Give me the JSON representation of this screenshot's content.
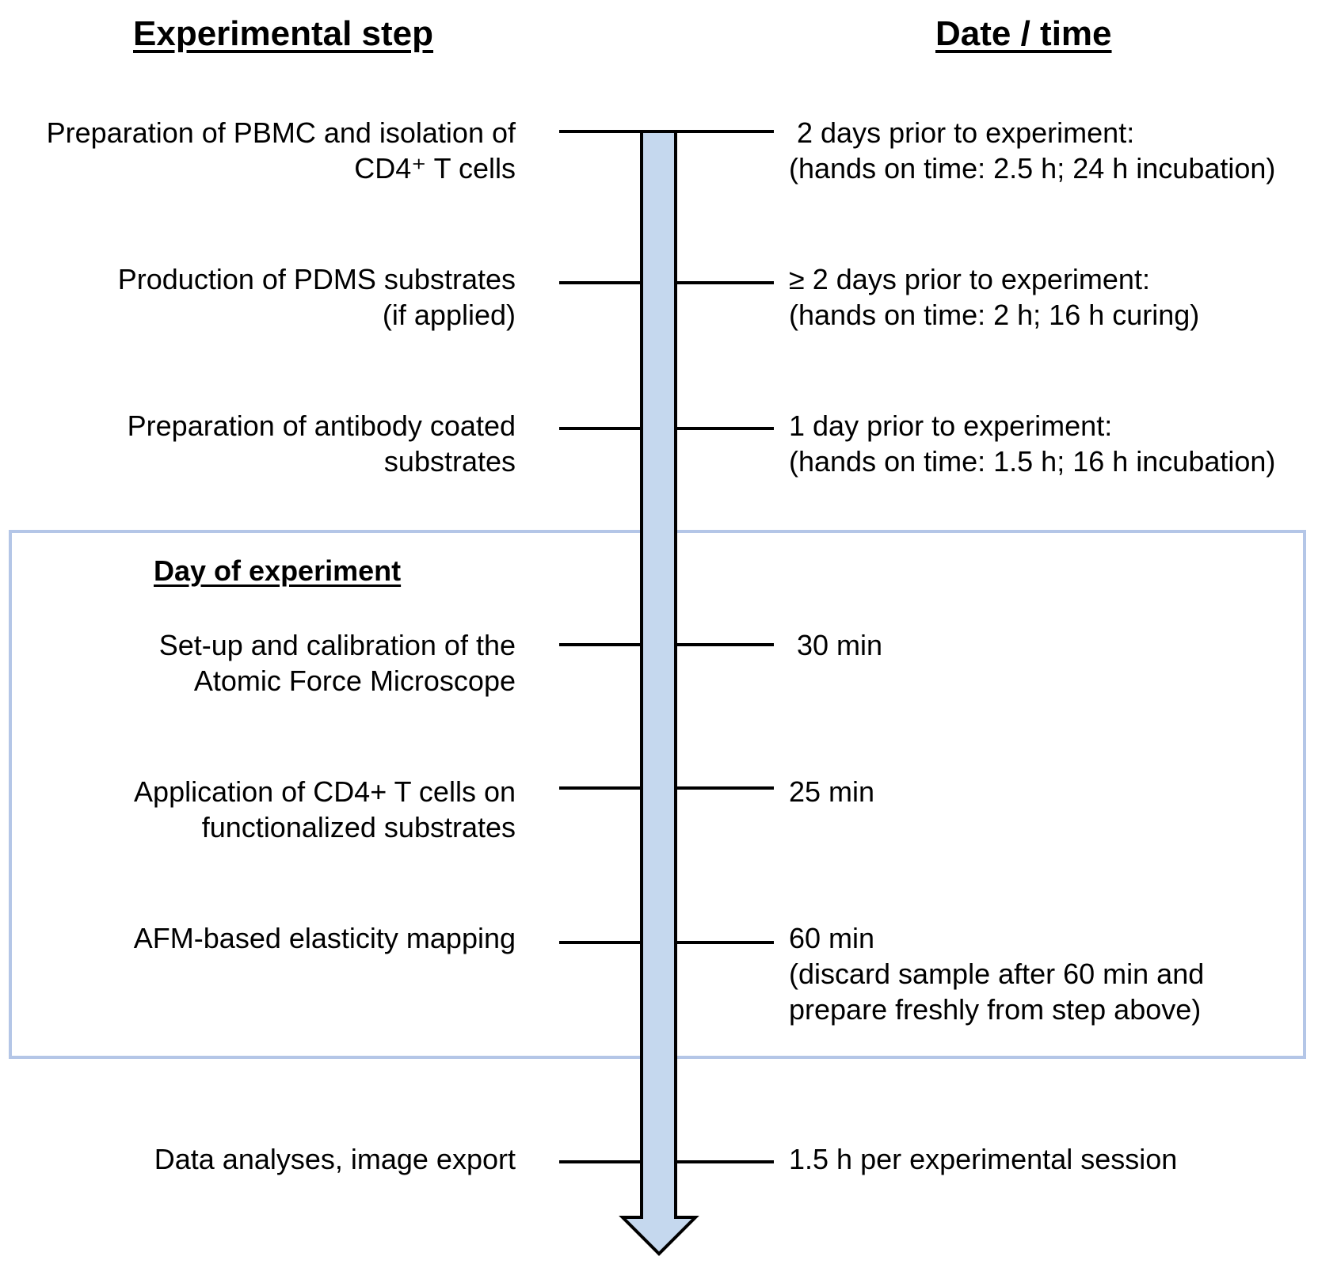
{
  "headers": {
    "step": "Experimental step",
    "date": "Date / time"
  },
  "day_box": {
    "label": "Day of experiment"
  },
  "steps": [
    {
      "step_lines": [
        "Preparation of PBMC and isolation of",
        "CD4⁺ T cells"
      ],
      "time_lines": [
        " 2 days prior to experiment:",
        "(hands on time: 2.5 h; 24 h incubation)"
      ]
    },
    {
      "step_lines": [
        "Production of PDMS substrates",
        "(if applied)"
      ],
      "time_lines": [
        "≥ 2 days prior to experiment:",
        "(hands on time: 2 h; 16 h curing)"
      ]
    },
    {
      "step_lines": [
        "Preparation of antibody coated",
        "substrates"
      ],
      "time_lines": [
        "1 day prior to experiment:",
        "(hands on time: 1.5 h; 16 h incubation)"
      ]
    },
    {
      "step_lines": [
        "Set-up and calibration of the",
        "Atomic Force Microscope"
      ],
      "time_lines": [
        " 30 min"
      ]
    },
    {
      "step_lines": [
        "Application of CD4+ T cells on",
        "functionalized substrates"
      ],
      "time_lines": [
        "25 min"
      ]
    },
    {
      "step_lines": [
        "AFM-based elasticity mapping"
      ],
      "time_lines": [
        "60 min",
        "(discard sample after 60 min and",
        "prepare freshly from step above)"
      ]
    },
    {
      "step_lines": [
        "Data analyses, image export"
      ],
      "time_lines": [
        "1.5 h per experimental session"
      ]
    }
  ],
  "colors": {
    "arrow_fill": "#c5d8ee",
    "box_border": "#b4c6e7",
    "line": "#000000"
  }
}
